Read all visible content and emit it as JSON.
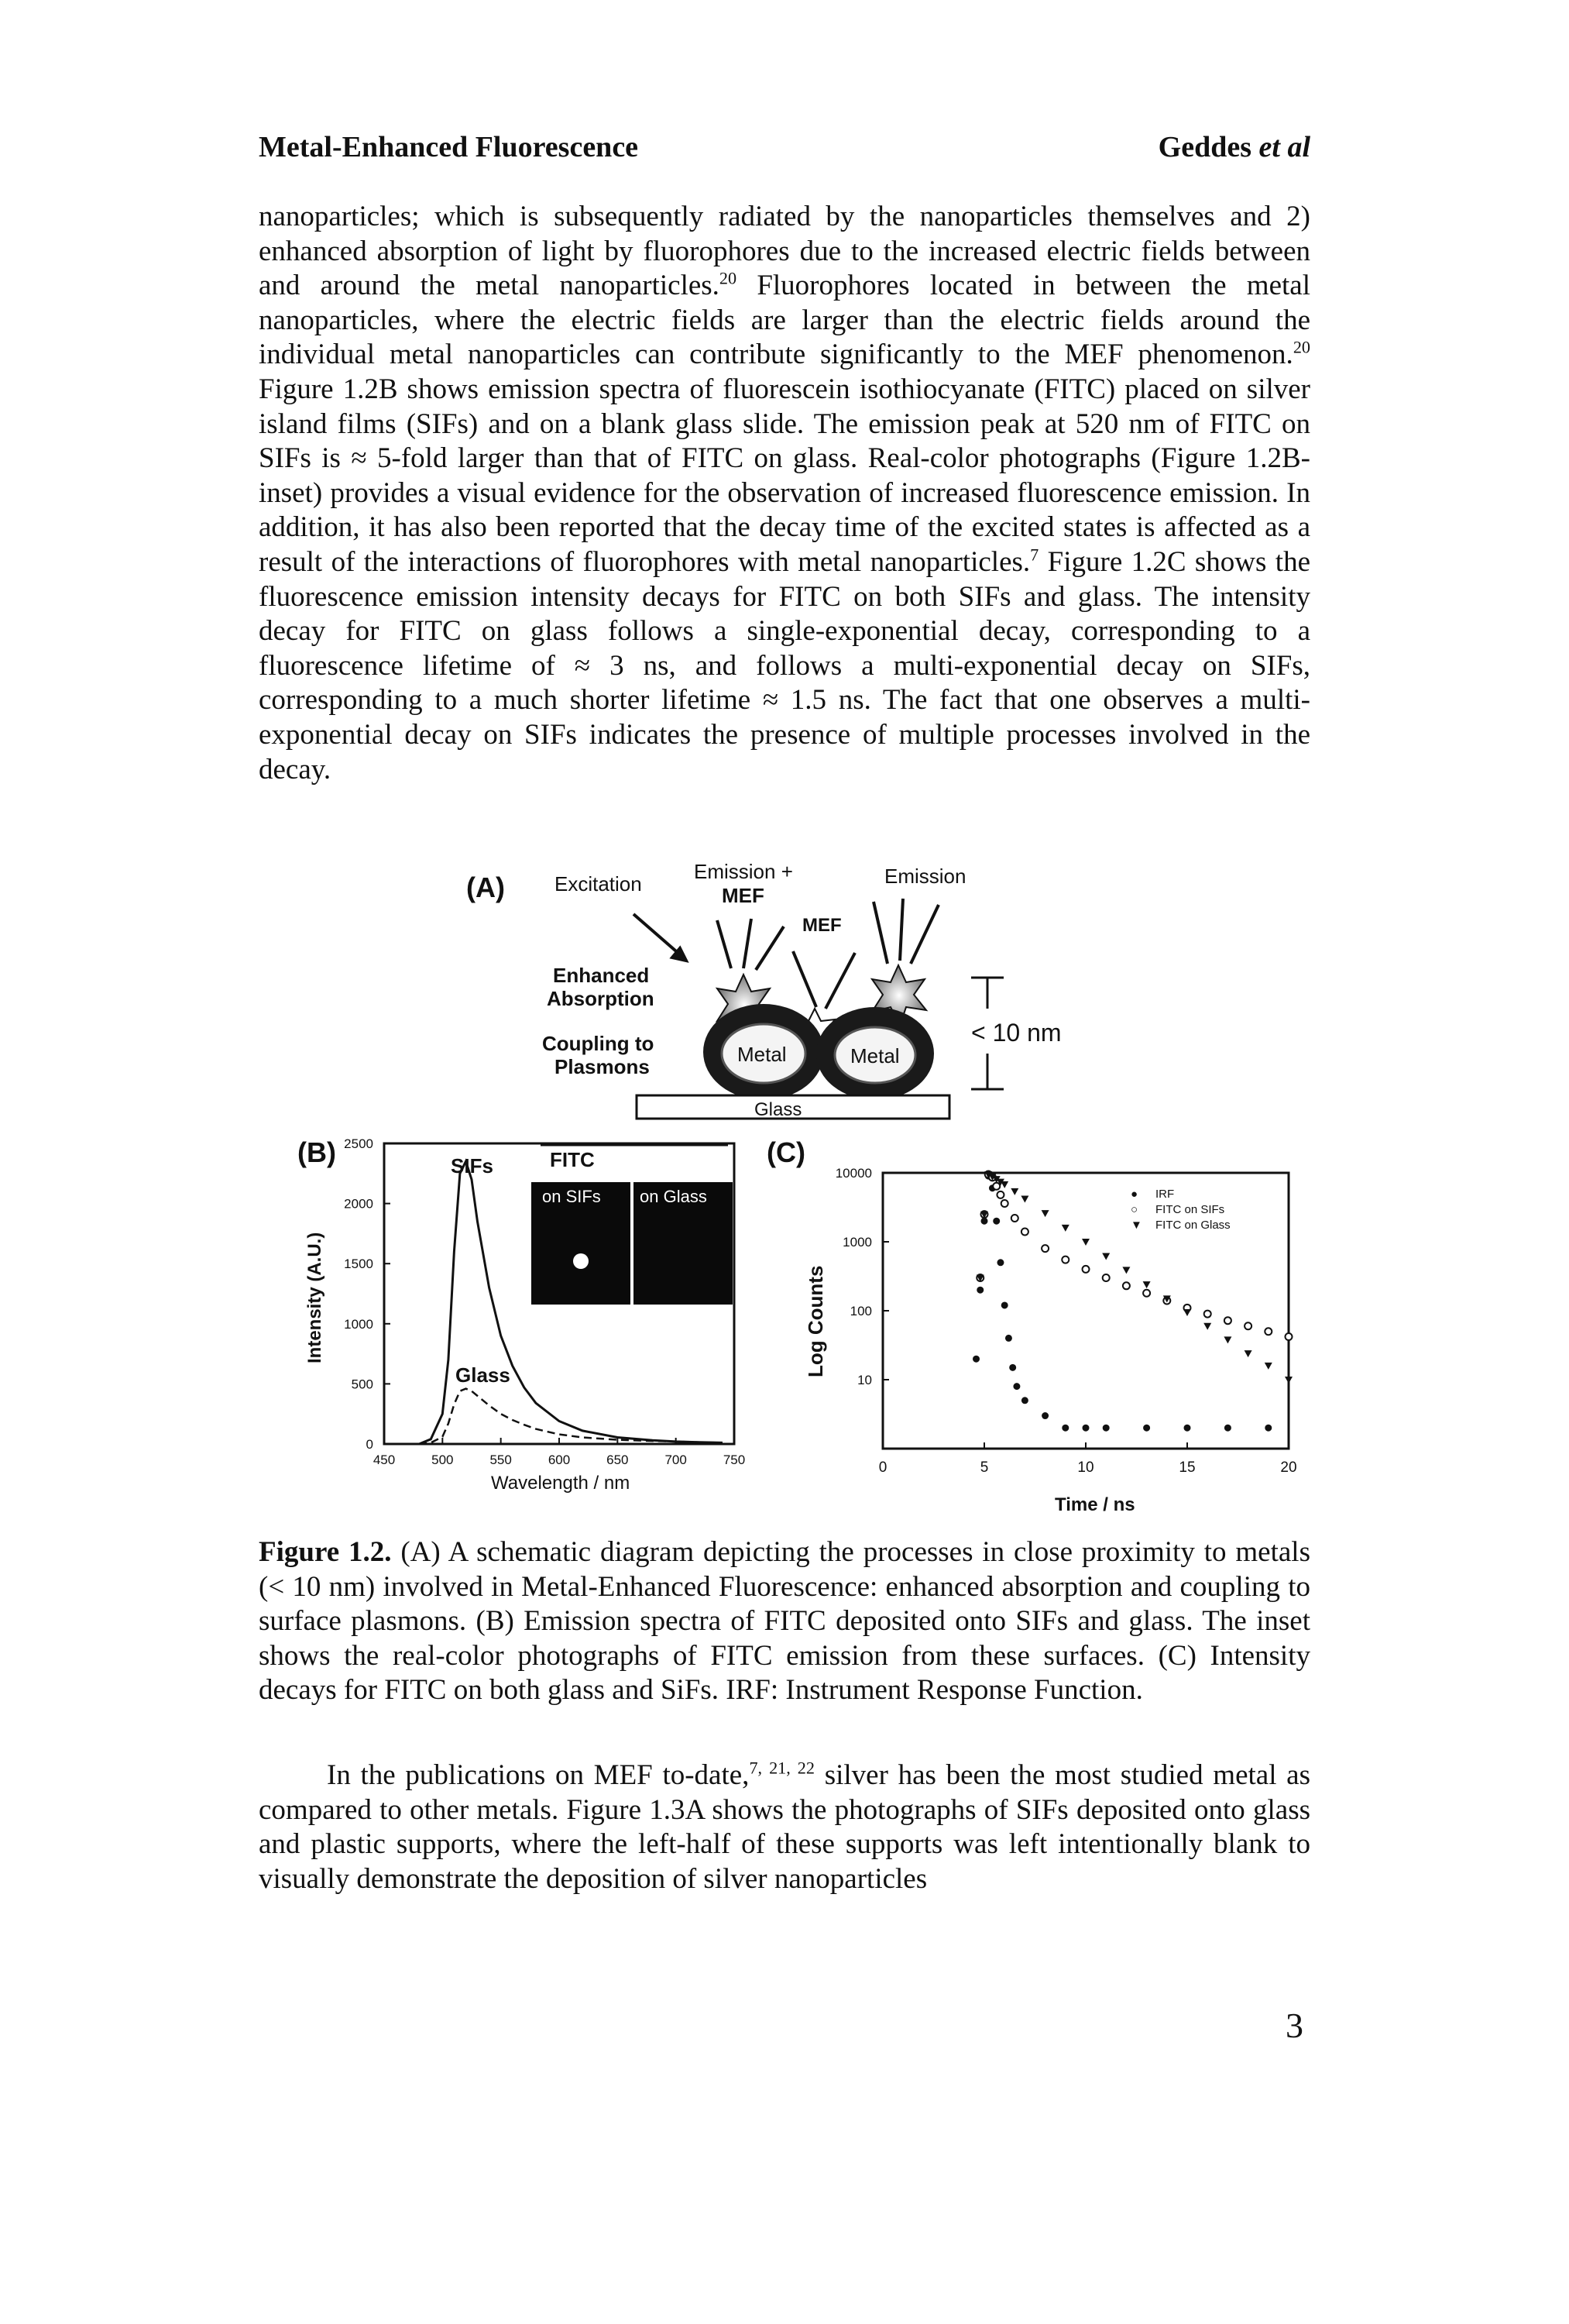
{
  "header": {
    "left": "Metal-Enhanced Fluorescence",
    "right_name": "Geddes ",
    "right_etal": "et al"
  },
  "paragraph1": {
    "s1": "nanoparticles; which is subsequently radiated by the nanoparticles themselves and 2) enhanced absorption of light by fluorophores due to the increased electric fields between and around the metal nanoparticles.",
    "r1": "20",
    "s2": " Fluorophores located in between the metal nanoparticles, where the electric fields are larger than the electric fields around the individual metal nanoparticles can contribute significantly to the MEF phenomenon.",
    "r2": "20",
    "s3": " Figure 1.2B shows emission spectra of fluorescein isothiocyanate (FITC) placed on silver island films (SIFs) and on a blank glass slide. The emission peak at 520 nm of FITC on SIFs is ≈ 5-fold larger than that of FITC on glass. Real-color photographs (Figure 1.2B-inset) provides a visual evidence for the observation of increased fluorescence emission. In addition, it has also been reported that the decay time of the excited states is affected as a result of the interactions of fluorophores with metal nanoparticles.",
    "r3": "7",
    "s4": " Figure 1.2C shows the fluorescence emission intensity decays for FITC on both SIFs and glass. The intensity decay for FITC on glass follows a single-exponential decay, corresponding to a fluorescence lifetime of ≈ 3 ns, and follows a multi-exponential decay on SIFs, corresponding to a much shorter lifetime ≈ 1.5 ns. The fact that one observes a multi-exponential decay on SIFs indicates the presence of multiple processes involved in the decay."
  },
  "figure": {
    "panelA": {
      "label": "(A)",
      "excitation": "Excitation",
      "emission_mef_1": "Emission +",
      "emission_mef_2": "MEF",
      "mef": "MEF",
      "emission": "Emission",
      "enhanced": "Enhanced",
      "absorption": "Absorption",
      "coupling": "Coupling to",
      "plasmons": "Plasmons",
      "metal": "Metal",
      "glass": "Glass",
      "distance": "< 10 nm"
    },
    "panelB": {
      "label": "(B)",
      "ylabel": "Intensity (A.U.)",
      "xlabel": "Wavelength / nm",
      "fitc": "FITC",
      "sifs": "SIFs",
      "glass": "Glass",
      "inset_left": "on SIFs",
      "inset_right": "on Glass"
    },
    "panelC": {
      "label": "(C)",
      "ylabel": "Log Counts",
      "xlabel": "Time / ns",
      "legend": [
        "IRF",
        "FITC on SIFs",
        "FITC on Glass"
      ]
    }
  },
  "chart_data": [
    {
      "type": "line",
      "panel": "B",
      "xlabel": "Wavelength / nm",
      "ylabel": "Intensity (A.U.)",
      "xlim": [
        450,
        750
      ],
      "ylim": [
        0,
        2500
      ],
      "x_ticks": [
        "450",
        "500",
        "550",
        "600",
        "650",
        "700",
        "750"
      ],
      "y_ticks": [
        "0",
        "500",
        "1000",
        "1500",
        "2000",
        "2500"
      ],
      "series": [
        {
          "name": "SIFs",
          "x": [
            480,
            490,
            500,
            505,
            510,
            515,
            520,
            525,
            530,
            540,
            550,
            560,
            570,
            580,
            600,
            620,
            650,
            680,
            700,
            720,
            740
          ],
          "y": [
            0,
            40,
            250,
            700,
            1600,
            2250,
            2350,
            2200,
            1850,
            1300,
            900,
            650,
            470,
            340,
            190,
            110,
            55,
            30,
            20,
            15,
            10
          ]
        },
        {
          "name": "Glass",
          "x": [
            480,
            490,
            500,
            505,
            510,
            515,
            520,
            525,
            530,
            540,
            550,
            560,
            570,
            580,
            600,
            620,
            650,
            680,
            700,
            720,
            740
          ],
          "y": [
            0,
            10,
            60,
            170,
            330,
            440,
            460,
            440,
            400,
            320,
            250,
            200,
            160,
            125,
            80,
            55,
            35,
            25,
            20,
            15,
            10
          ]
        }
      ]
    },
    {
      "type": "scatter",
      "panel": "C",
      "xlabel": "Time / ns",
      "ylabel": "Log Counts",
      "yscale": "log",
      "xlim": [
        0,
        20
      ],
      "ylim": [
        1,
        10000
      ],
      "x_ticks": [
        "0",
        "5",
        "10",
        "15",
        "20"
      ],
      "y_ticks": [
        "10",
        "100",
        "1000",
        "10000"
      ],
      "series": [
        {
          "name": "IRF",
          "x": [
            4.6,
            4.8,
            5.0,
            5.2,
            5.4,
            5.6,
            5.8,
            6.0,
            6.2,
            6.4,
            6.6,
            7.0,
            8.0,
            9.0,
            10.0,
            11.0,
            13.0,
            15.0,
            17.0,
            19.0
          ],
          "y": [
            20,
            200,
            2000,
            9000,
            6000,
            2000,
            500,
            120,
            40,
            15,
            8,
            5,
            3,
            2,
            2,
            2,
            2,
            2,
            2,
            2
          ]
        },
        {
          "name": "FITC on SIFs",
          "x": [
            4.8,
            5.0,
            5.2,
            5.4,
            5.6,
            5.8,
            6.0,
            6.5,
            7,
            8,
            9,
            10,
            11,
            12,
            13,
            14,
            15,
            16,
            17,
            18,
            19,
            20
          ],
          "y": [
            300,
            2500,
            9500,
            8600,
            6400,
            4800,
            3600,
            2200,
            1400,
            800,
            550,
            400,
            300,
            230,
            180,
            140,
            110,
            90,
            72,
            60,
            50,
            42
          ]
        },
        {
          "name": "FITC on Glass",
          "x": [
            4.8,
            5.0,
            5.2,
            5.4,
            5.6,
            5.8,
            6.0,
            6.5,
            7,
            8,
            9,
            10,
            11,
            12,
            13,
            14,
            15,
            16,
            17,
            18,
            19,
            20
          ],
          "y": [
            300,
            2500,
            9500,
            8800,
            8100,
            7400,
            6800,
            5400,
            4200,
            2600,
            1600,
            1000,
            620,
            390,
            240,
            150,
            95,
            60,
            38,
            24,
            16,
            10
          ]
        }
      ]
    }
  ],
  "caption": {
    "label": "Figure 1.2.",
    "text": " (A) A schematic diagram depicting the processes in close proximity to metals (< 10 nm) involved in Metal-Enhanced Fluorescence: enhanced absorption and coupling to surface plasmons. (B) Emission spectra of FITC deposited onto SIFs and glass. The inset shows the real-color photographs of FITC emission from these surfaces. (C) Intensity decays for FITC on both glass and SiFs. IRF: Instrument Response Function."
  },
  "paragraph2": {
    "s1": "In the publications on MEF to-date,",
    "refs": "7, 21, 22",
    "s2": " silver has been the most studied metal as compared to other metals. Figure 1.3A shows the photographs of SIFs deposited onto glass and plastic supports, where the left-half of these supports was left intentionally blank to visually demonstrate the deposition of silver nanoparticles"
  },
  "page_number": "3"
}
